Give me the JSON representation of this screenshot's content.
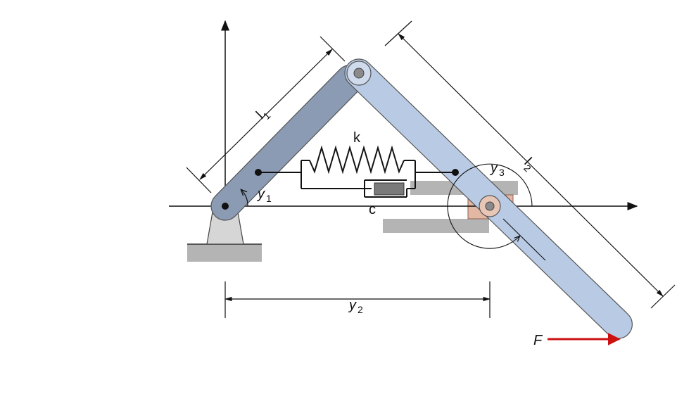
{
  "labels": {
    "l1": "l",
    "l1_sub": "1",
    "l2": "l",
    "l2_sub": "2",
    "k": "k",
    "c": "c",
    "y1": "y",
    "y1_sub": "1",
    "y2": "y",
    "y2_sub": "2",
    "y3": "y",
    "y3_sub": "3",
    "F": "F"
  },
  "colors": {
    "link1": "#8a9bb3",
    "link2": "#b9cbe4",
    "link_stroke": "#555555",
    "ground": "#b4b4b4",
    "support": "#d6d6d6",
    "slider": "#e2b7a4",
    "damper_piston": "#7a7a7a",
    "force": "#cc1111"
  }
}
